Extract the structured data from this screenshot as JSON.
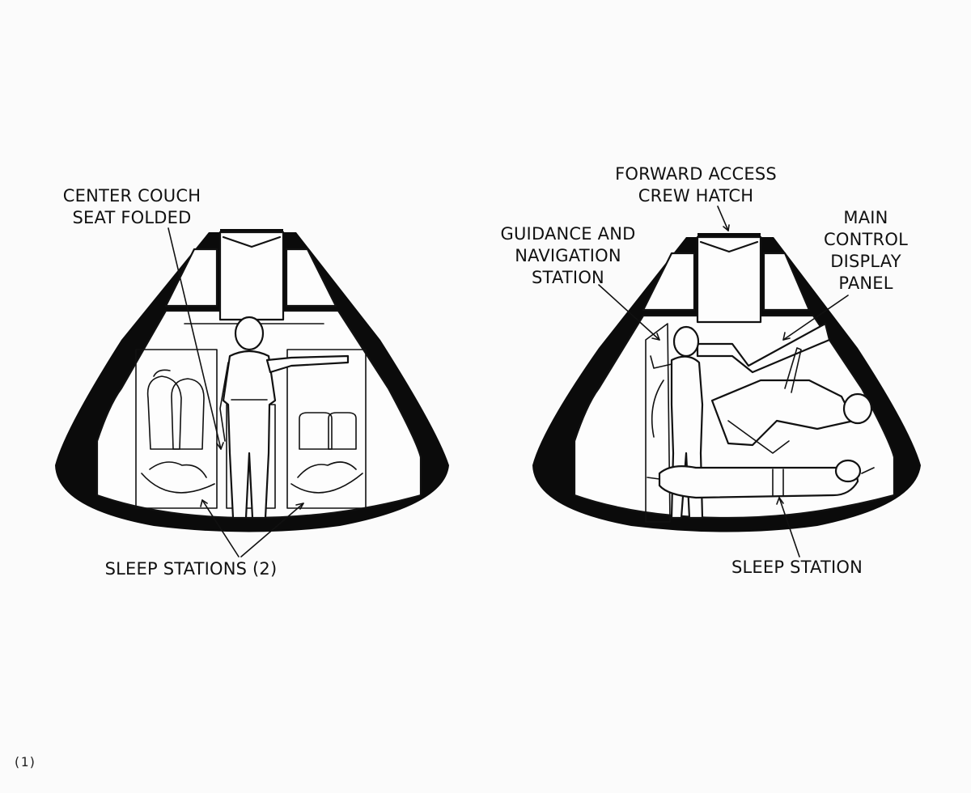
{
  "labels": {
    "center_couch": [
      "CENTER COUCH",
      "SEAT FOLDED"
    ],
    "sleep_stations_2": [
      "SLEEP STATIONS (2)"
    ],
    "forward_hatch": [
      "FORWARD ACCESS",
      "CREW HATCH"
    ],
    "guidance_nav": [
      "GUIDANCE AND",
      "NAVIGATION",
      "STATION"
    ],
    "main_control": [
      "MAIN",
      "CONTROL",
      "DISPLAY",
      "PANEL"
    ],
    "sleep_station": [
      "SLEEP STATION"
    ]
  },
  "page_number": "(1)"
}
